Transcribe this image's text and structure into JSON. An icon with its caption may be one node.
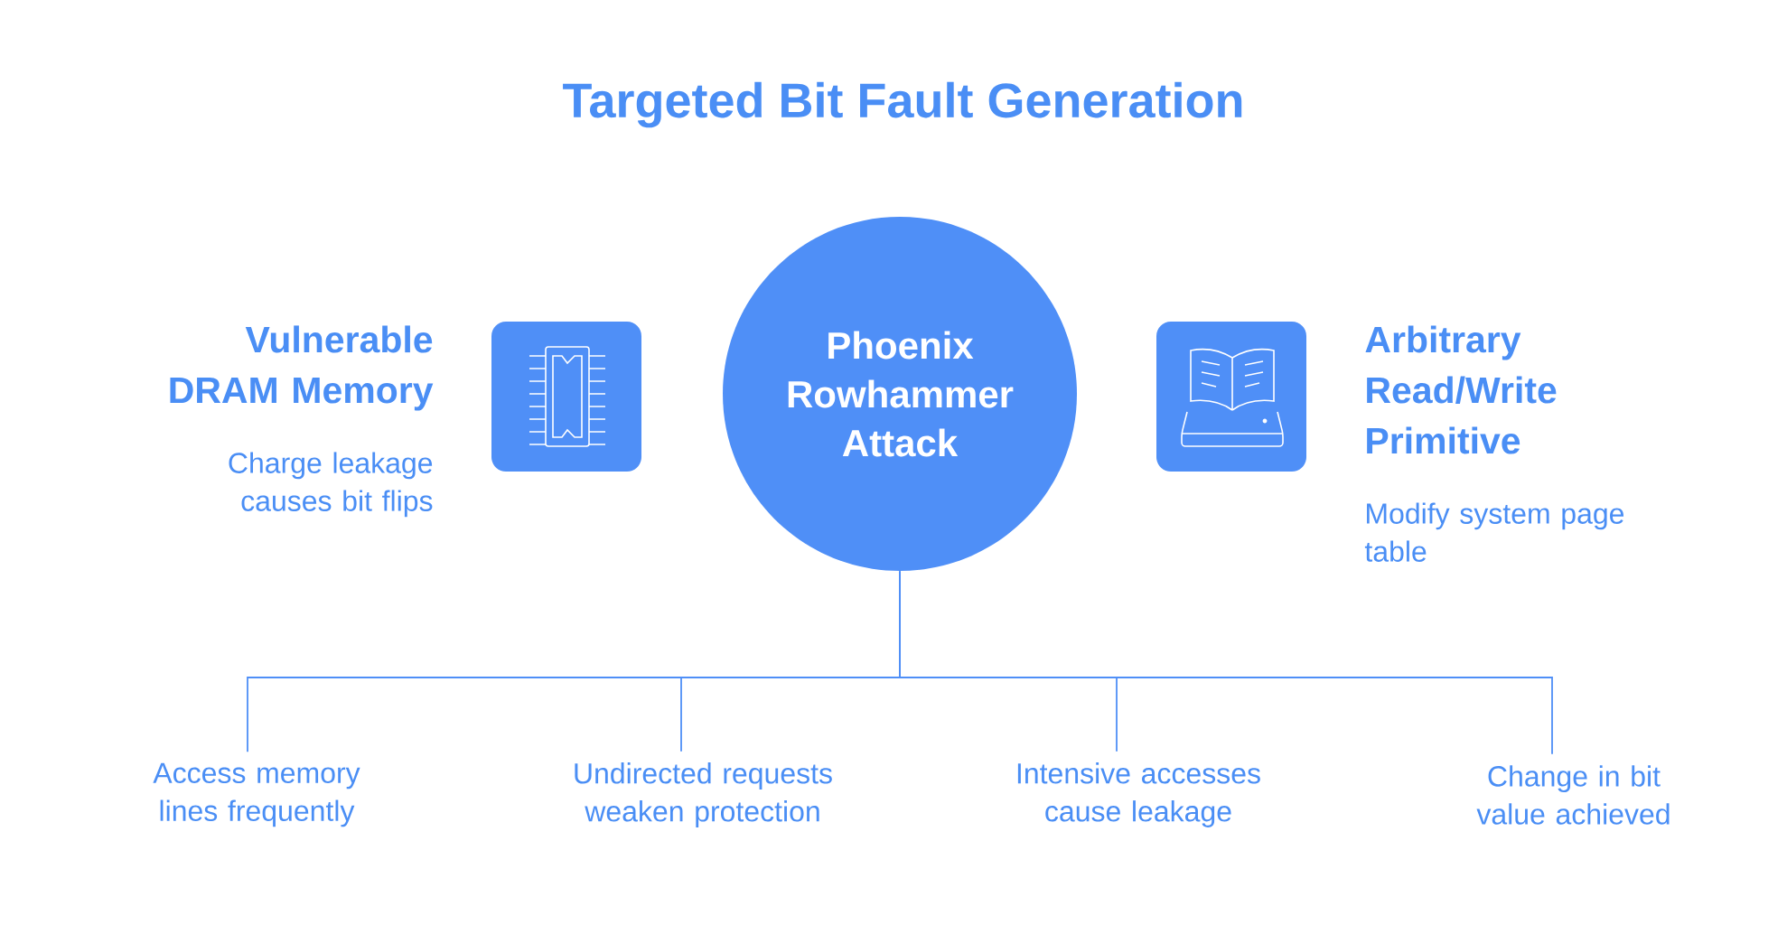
{
  "diagram": {
    "title": "Targeted Bit Fault Generation",
    "nodes": [
      {
        "text": [
          "Phoenix Rowhammer Attack"
        ]
      },
      {
        "text": [
          "Access memory lines frequently"
        ]
      },
      {
        "text": [
          "Undirected requests weaken protection"
        ]
      },
      {
        "text": [
          "Intensive accesses cause leakage"
        ]
      },
      {
        "text": [
          "Change in bit value achieved"
        ]
      }
    ],
    "edges": [
      {
        "from": 0,
        "to": 1,
        "arrow": "none"
      },
      {
        "from": 0,
        "to": 2,
        "arrow": "none"
      },
      {
        "from": 0,
        "to": 3,
        "arrow": "none"
      },
      {
        "from": 0,
        "to": 4,
        "arrow": "none"
      }
    ],
    "labels": [
      "Vulnerable DRAM Memory",
      "Charge leakage causes bit flips",
      "Arbitrary Read/Write Primitive",
      "Modify system page table"
    ]
  }
}
